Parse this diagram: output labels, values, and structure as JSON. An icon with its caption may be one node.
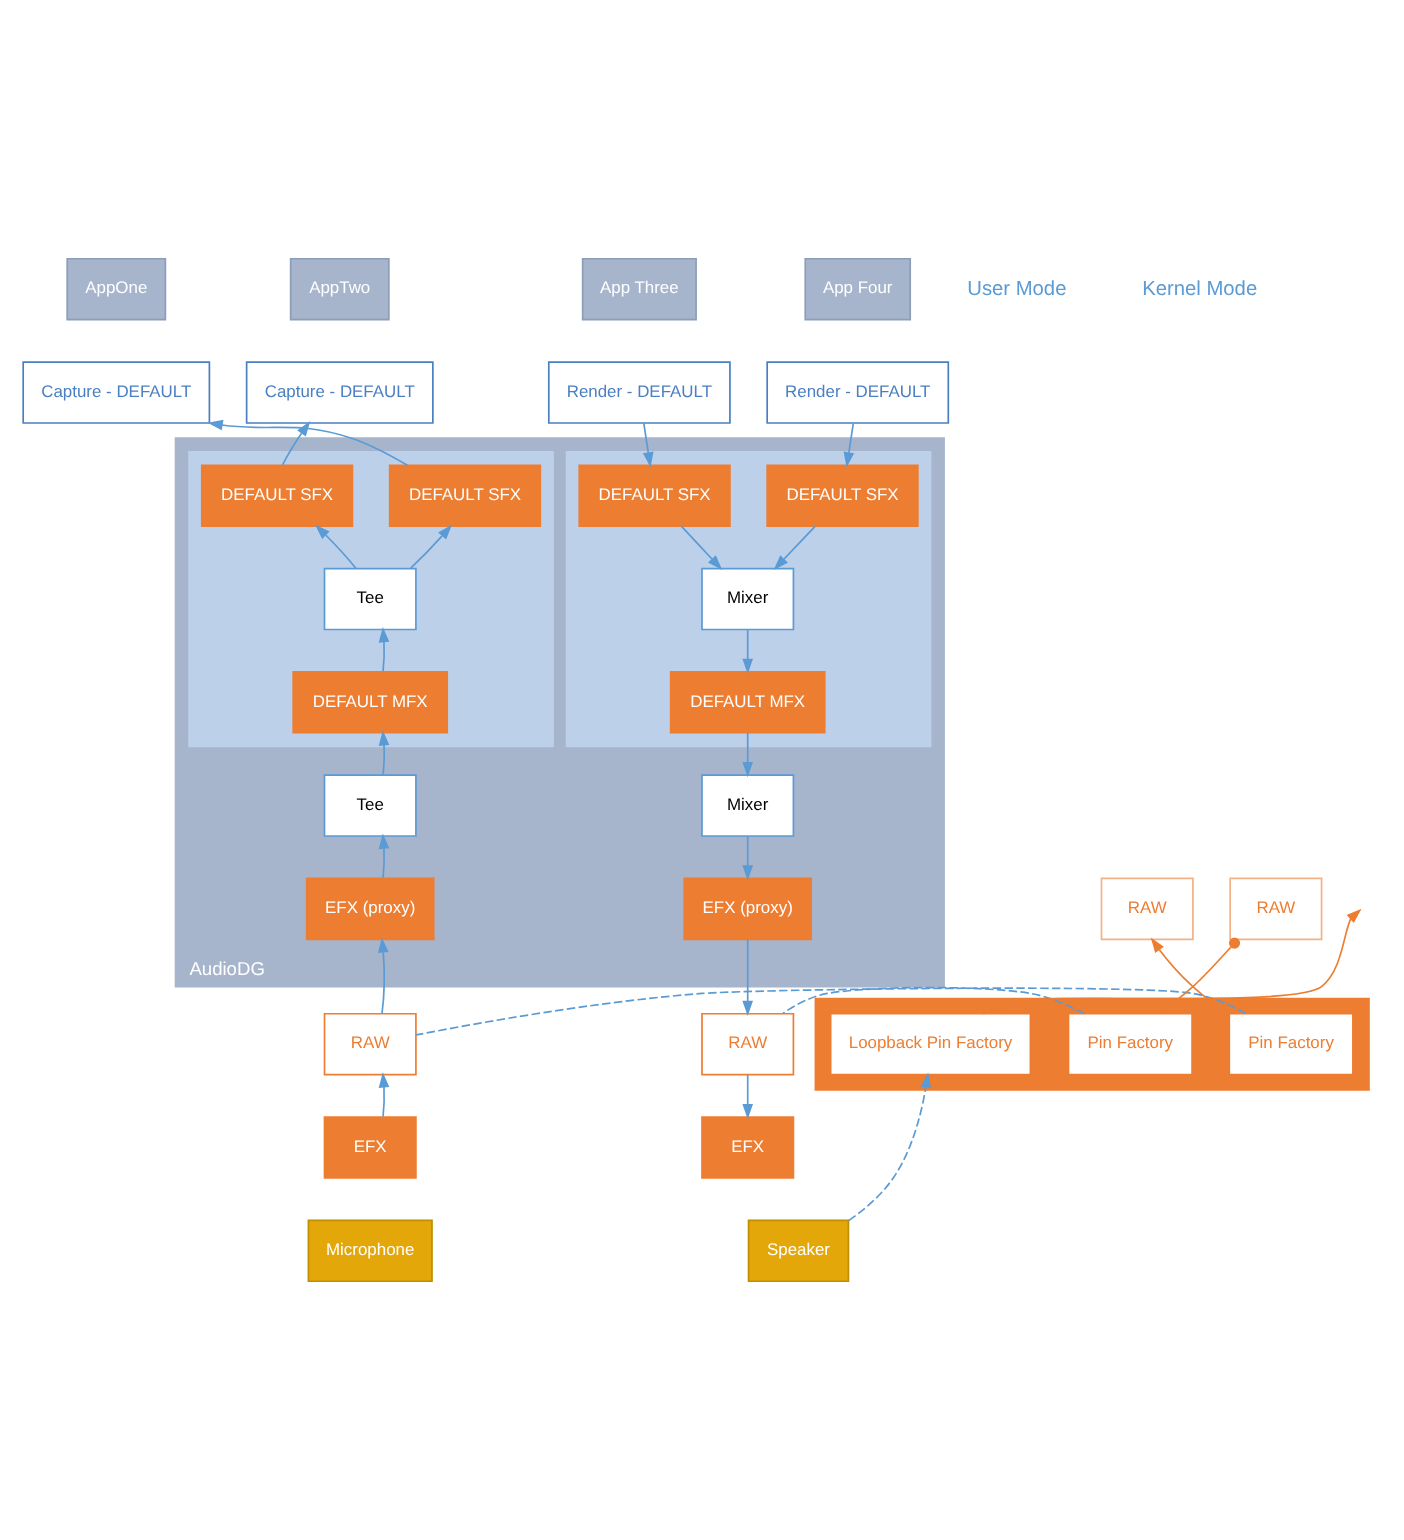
{
  "diagram": {
    "nodes": [
      {
        "text": [
          "AppOne"
        ]
      },
      {
        "text": [
          "AppTwo"
        ]
      },
      {
        "text": [
          "App Three"
        ]
      },
      {
        "text": [
          "App Four"
        ]
      },
      {
        "text": [
          "Capture - DEFAULT"
        ]
      },
      {
        "text": [
          "Capture - DEFAULT"
        ]
      },
      {
        "text": [
          "Render - DEFAULT"
        ]
      },
      {
        "text": [
          "Render - DEFAULT"
        ]
      },
      {
        "text": [
          "AudioDG"
        ]
      },
      {
        "text": [],
        "shape": "box",
        "in": 8
      },
      {
        "text": [],
        "shape": "box",
        "in": 8
      },
      {
        "text": [
          "DEFAULT SFX"
        ],
        "in": 9
      },
      {
        "text": [
          "DEFAULT SFX"
        ],
        "in": 9
      },
      {
        "text": [
          "Tee"
        ],
        "in": 9
      },
      {
        "text": [
          "DEFAULT MFX"
        ],
        "in": 9
      },
      {
        "text": [
          "DEFAULT SFX"
        ],
        "in": 10
      },
      {
        "text": [
          "DEFAULT SFX"
        ],
        "in": 10
      },
      {
        "text": [
          "Mixer"
        ],
        "in": 10
      },
      {
        "text": [
          "DEFAULT MFX"
        ],
        "in": 10
      },
      {
        "text": [
          "Tee"
        ],
        "in": 8
      },
      {
        "text": [
          "EFX (proxy)"
        ],
        "in": 8
      },
      {
        "text": [
          "Mixer"
        ],
        "in": 8
      },
      {
        "text": [
          "EFX (proxy)"
        ],
        "in": 8
      },
      {
        "text": [
          "RAW"
        ]
      },
      {
        "text": [
          "RAW"
        ]
      },
      {
        "text": [],
        "shape": "bar"
      },
      {
        "text": [
          "Pin Factory"
        ],
        "in": 25
      },
      {
        "text": [
          "RAW"
        ]
      },
      {
        "text": [
          "Pin Factory"
        ],
        "in": 25
      },
      {
        "text": [
          "RAW"
        ]
      },
      {
        "text": [
          "Loopback Pin Factory"
        ],
        "in": 25
      },
      {
        "text": [
          "EFX"
        ]
      },
      {
        "text": [
          "Microphone"
        ]
      },
      {
        "text": [
          "EFX"
        ]
      },
      {
        "text": [
          "Speaker"
        ]
      }
    ],
    "edges": [
      {
        "from": 11,
        "to": 4,
        "arrow": "to"
      },
      {
        "from": 12,
        "to": 5,
        "arrow": "to"
      },
      {
        "from": 13,
        "to": 11,
        "arrow": "to"
      },
      {
        "from": 13,
        "to": 12,
        "arrow": "to"
      },
      {
        "from": 14,
        "to": 13,
        "arrow": "to"
      },
      {
        "from": 19,
        "to": 14,
        "arrow": "to"
      },
      {
        "from": 20,
        "to": 19,
        "arrow": "to"
      },
      {
        "from": 27,
        "to": 20,
        "arrow": "to"
      },
      {
        "from": 31,
        "to": 27,
        "arrow": "to"
      },
      {
        "from": 6,
        "to": 15,
        "arrow": "to"
      },
      {
        "from": 7,
        "to": 16,
        "arrow": "to"
      },
      {
        "from": 15,
        "to": 17,
        "arrow": "to"
      },
      {
        "from": 16,
        "to": 17,
        "arrow": "to"
      },
      {
        "from": 17,
        "to": 18,
        "arrow": "to"
      },
      {
        "from": 18,
        "to": 21,
        "arrow": "to"
      },
      {
        "from": 21,
        "to": 22,
        "arrow": "to"
      },
      {
        "from": 22,
        "to": 29,
        "arrow": "to"
      },
      {
        "from": 29,
        "to": 33,
        "arrow": "to"
      },
      {
        "from": 26,
        "to": 23,
        "arrow": "to",
        "color": "#ed7d31"
      },
      {
        "from": 28,
        "to": 24,
        "arrow": "other",
        "color": "#ed7d31"
      },
      {
        "from": 30,
        "to": null,
        "arrow": "to",
        "color": "#ed7d31"
      },
      {
        "from": 26,
        "to": 27,
        "arrow": "none",
        "style": "dashed"
      },
      {
        "from": 28,
        "to": 29,
        "arrow": "none",
        "style": "dashed"
      },
      {
        "from": 34,
        "to": 30,
        "arrow": "to",
        "style": "dashed"
      }
    ],
    "labels": [
      "User Mode",
      "Kernel Mode"
    ]
  }
}
